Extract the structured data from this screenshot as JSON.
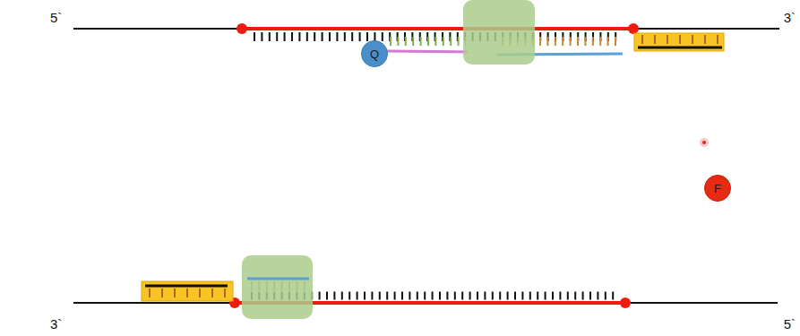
{
  "diagram": {
    "nodes": [
      {
        "text": [
          "Q"
        ]
      },
      {
        "text": [
          "F"
        ]
      }
    ],
    "labels": [
      "5`",
      "3`",
      "3`",
      "5`"
    ]
  }
}
